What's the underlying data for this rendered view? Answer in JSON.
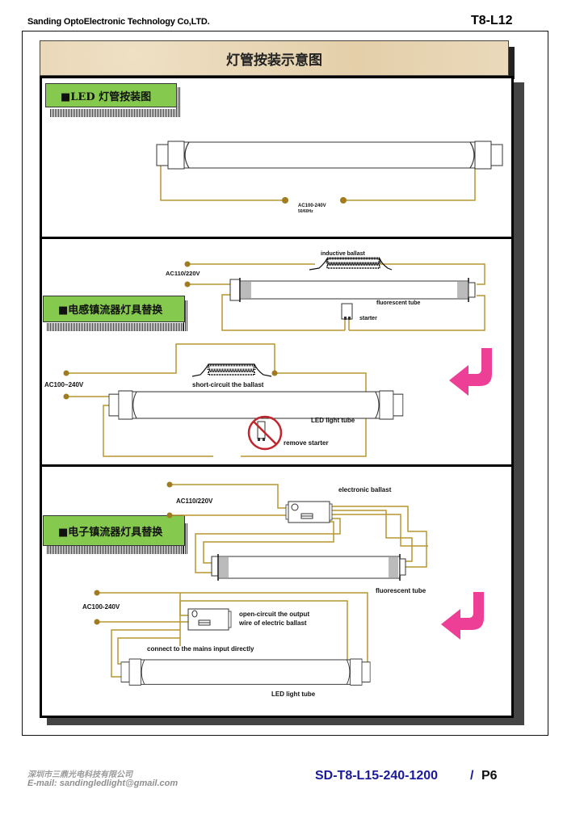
{
  "header": {
    "company": "Sanding OptoElectronic Technology Co,LTD.",
    "model_code": "T8-L12"
  },
  "title": "灯管按装示意图",
  "sections": [
    {
      "label": "■LED 灯管按装图",
      "annotations": {
        "voltage_line1": "AC100-240V",
        "voltage_line2": "50/60Hz"
      }
    },
    {
      "label": "■电感镇流器灯具替换",
      "annotations": {
        "inductive_ballast": "inductive ballast",
        "ac_in_top": "AC110/220V",
        "fluorescent_tube": "fluorescent tube",
        "starter": "starter",
        "ac_in_bottom": "AC100~240V",
        "short_circuit": "short-circuit the ballast",
        "led_tube": "LED light tube",
        "remove_starter": "remove starter"
      }
    },
    {
      "label": "■电子镇流器灯具替换",
      "annotations": {
        "electronic_ballast": "electronic ballast",
        "ac_in_top": "AC110/220V",
        "fluorescent_tube": "fluorescent tube",
        "ac_in_bottom": "AC100-240V",
        "open_circuit_line1": "open-circuit the output",
        "open_circuit_line2": "wire of electric ballast",
        "connect_mains": "connect to the mains input directly",
        "led_tube": "LED light tube"
      }
    }
  ],
  "colors": {
    "wire": "#b8962e",
    "node": "#a07c1e",
    "label_green": "#86c94f",
    "arrow_pink": "#ee3f96",
    "prohibit_red": "#c0262c",
    "footer_blue": "#1a1a9a"
  },
  "footer": {
    "company_cn": "深圳市三鼎光电科技有限公司",
    "email": "E-mail: sandingledlight@gmail.com",
    "doc_code": "SD-T8-L15-240-1200",
    "separator": "/",
    "page": "P6"
  }
}
